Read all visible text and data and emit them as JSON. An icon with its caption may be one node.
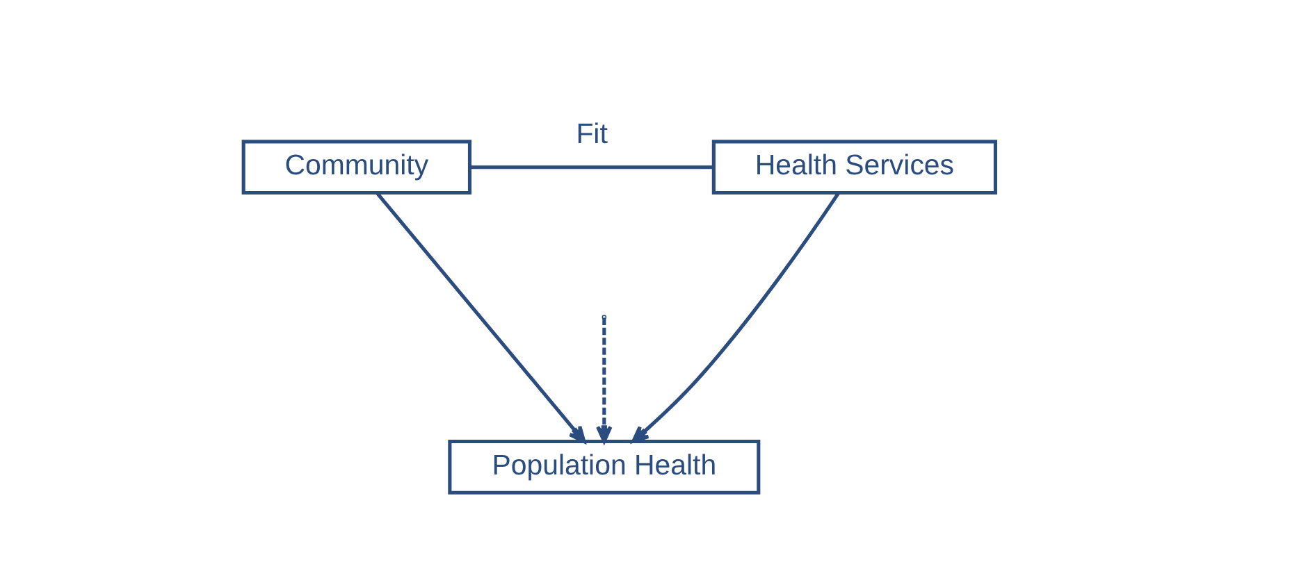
{
  "diagram": {
    "nodes": [
      {
        "text": [
          "Community"
        ]
      },
      {
        "text": [
          "Health Services"
        ]
      },
      {
        "text": [
          "Population Health"
        ]
      }
    ],
    "edges": [
      {
        "from": 0,
        "to": 1,
        "arrow": "none",
        "label": "Fit"
      },
      {
        "from": 0,
        "to": 2,
        "arrow": "to"
      },
      {
        "from": 1,
        "to": 2,
        "arrow": "to"
      },
      {
        "from": null,
        "to": 2,
        "arrow": "to",
        "style": "dashed"
      }
    ]
  }
}
